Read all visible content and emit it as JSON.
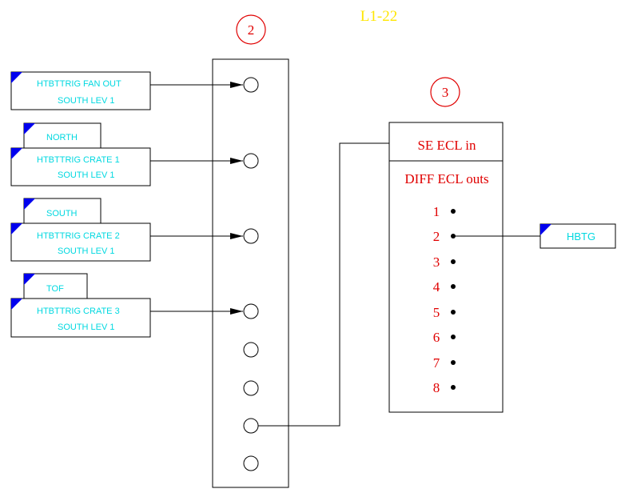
{
  "title": "L1-22",
  "badges": {
    "fanout": "2",
    "converter": "3"
  },
  "inputs": [
    {
      "line1": "HTBTTRIG  FAN OUT",
      "line2": "SOUTH  LEV 1",
      "tab": ""
    },
    {
      "line1": "HTBTTRIG  CRATE 1",
      "line2": "SOUTH  LEV 1",
      "tab": "NORTH"
    },
    {
      "line1": "HTBTTRIG  CRATE 2",
      "line2": "SOUTH  LEV 1",
      "tab": "SOUTH"
    },
    {
      "line1": "HTBTTRIG  CRATE 3",
      "line2": "SOUTH  LEV 1",
      "tab": "TOF"
    }
  ],
  "converter": {
    "header": "SE ECL in",
    "subheader": "DIFF ECL outs",
    "outputs": [
      "1",
      "2",
      "3",
      "4",
      "5",
      "6",
      "7",
      "8"
    ]
  },
  "output_label": "HBTG",
  "colors": {
    "label": "#00d8e0",
    "accent": "#e00000",
    "title": "#ffe600",
    "corner": "#0000ee"
  }
}
